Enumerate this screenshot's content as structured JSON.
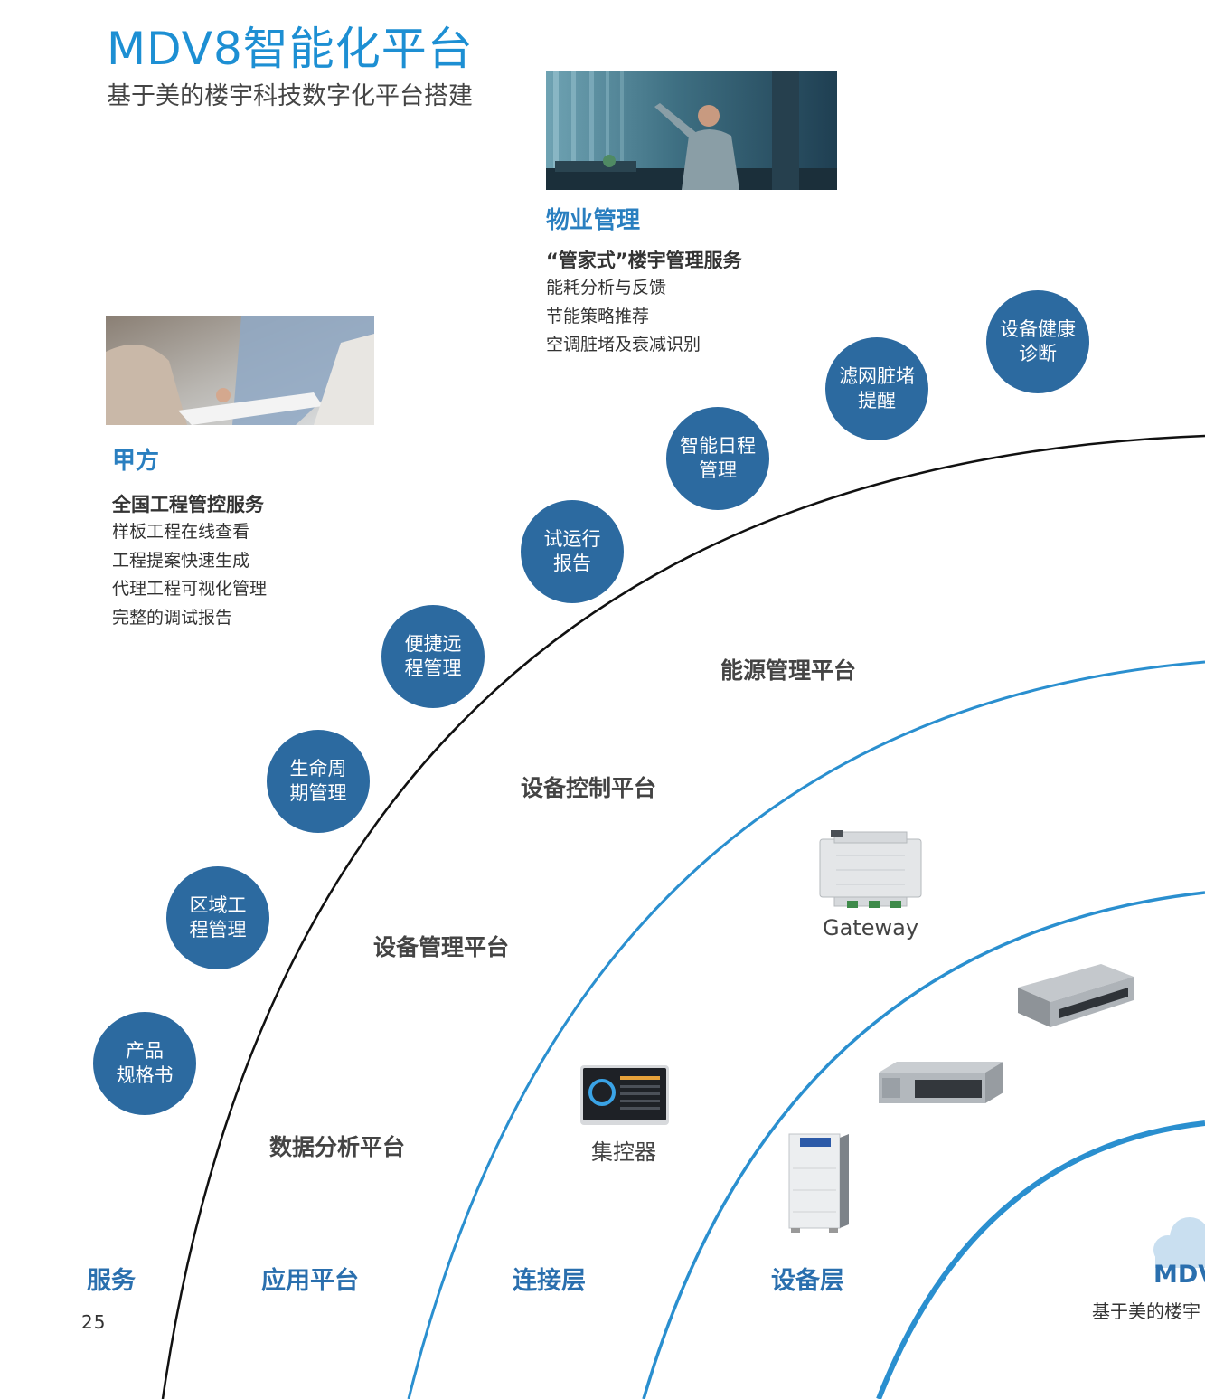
{
  "header": {
    "title": "MDV8智能化平台",
    "subtitle": "基于美的楼宇科技数字化平台搭建"
  },
  "property": {
    "title": "物业管理",
    "subtitle": "“管家式”楼宇管理服务",
    "items": [
      "能耗分析与反馈",
      "节能策略推荐",
      "空调脏堵及衰减识别"
    ]
  },
  "owner": {
    "title": "甲方",
    "subtitle": "全国工程管控服务",
    "items": [
      "样板工程在线查看",
      "工程提案快速生成",
      "代理工程可视化管理",
      "完整的调试报告"
    ]
  },
  "services": [
    "产品\n规格书",
    "区域工\n程管理",
    "生命周\n期管理",
    "便捷远\n程管理",
    "试运行\n报告",
    "智能日程\n管理",
    "滤网脏堵\n提醒",
    "设备健康\n诊断"
  ],
  "platforms": {
    "energy": "能源管理平台",
    "control": "设备控制平台",
    "management": "设备管理平台",
    "data": "数据分析平台"
  },
  "devices": {
    "gateway": "Gateway",
    "controller": "集控器"
  },
  "footer": {
    "service": "服务",
    "app": "应用平台",
    "connect": "连接层",
    "device": "设备层",
    "core_title": "MDV",
    "core_sub": "基于美的楼宇",
    "page_number": "25"
  },
  "colors": {
    "accent": "#1d8fd3",
    "circle": "#2c6aa0",
    "arc_blue": "#2a8fcf",
    "arc_black": "#111111"
  }
}
